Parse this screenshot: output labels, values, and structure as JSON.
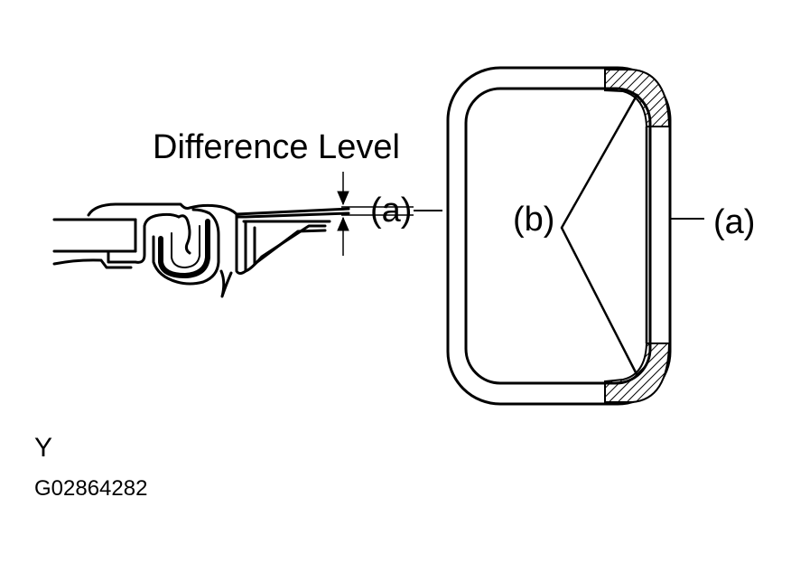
{
  "labels": {
    "difference_level": "Difference Level",
    "a_left": "(a)",
    "b": "(b)",
    "a_right": "(a)",
    "view_letter": "Y",
    "figure_id": "G02864282"
  },
  "colors": {
    "ink": "#000000",
    "background": "#ffffff"
  }
}
